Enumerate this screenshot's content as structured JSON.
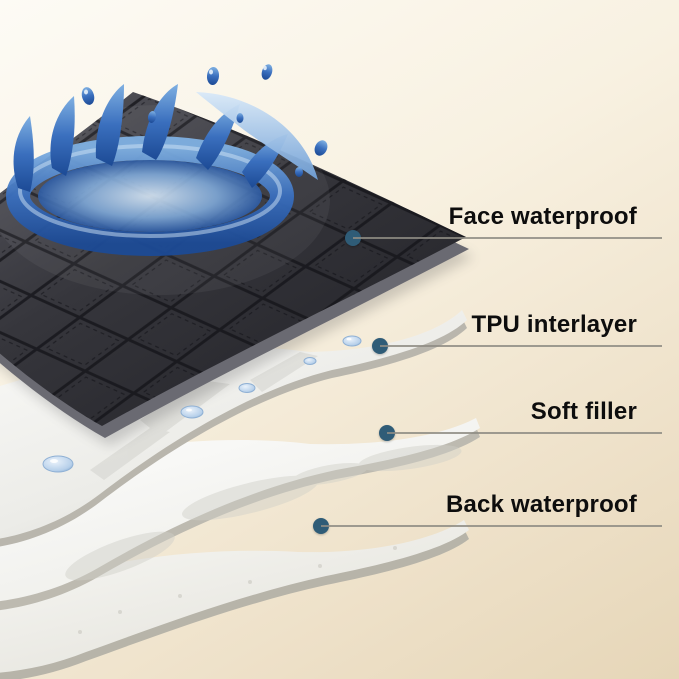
{
  "callouts": [
    {
      "id": "face-waterproof",
      "label": "Face waterproof"
    },
    {
      "id": "tpu-interlayer",
      "label": "TPU interlayer"
    },
    {
      "id": "soft-filler",
      "label": "Soft filler"
    },
    {
      "id": "back-waterproof",
      "label": "Back waterproof"
    }
  ],
  "colors": {
    "background_top": "#fdfbf5",
    "background_bottom": "#e6d6b8",
    "callout_dot": "#2f5c77",
    "leader_line": "#8e8c84",
    "fabric_dark": "#2b2b30",
    "water_blue": "#3a6fbe",
    "sheet_white": "#f6f6f3"
  }
}
